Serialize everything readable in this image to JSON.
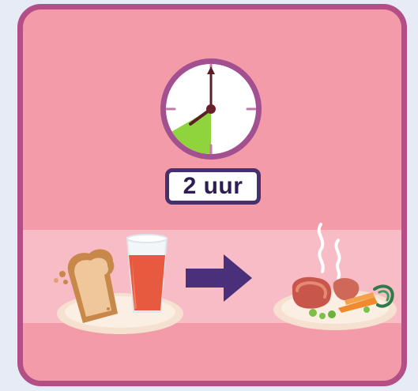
{
  "duration": {
    "label": "2 uur",
    "hours": 2,
    "clock_sector_hours": 2
  },
  "colors": {
    "background": "#e6ebf5",
    "card": "#f39ba8",
    "card_border": "#b34f86",
    "band": "#f8bcc6",
    "clock_face": "#ffffff",
    "clock_rim": "#a2508f",
    "clock_sector": "#8fd43c",
    "arrow": "#4a2f7a",
    "badge_text": "#2f1c55"
  },
  "icons": {
    "clock": "clock-icon",
    "breakfast": "toast-and-juice-icon",
    "arrow": "arrow-right-icon",
    "dinner": "warm-meal-icon"
  }
}
